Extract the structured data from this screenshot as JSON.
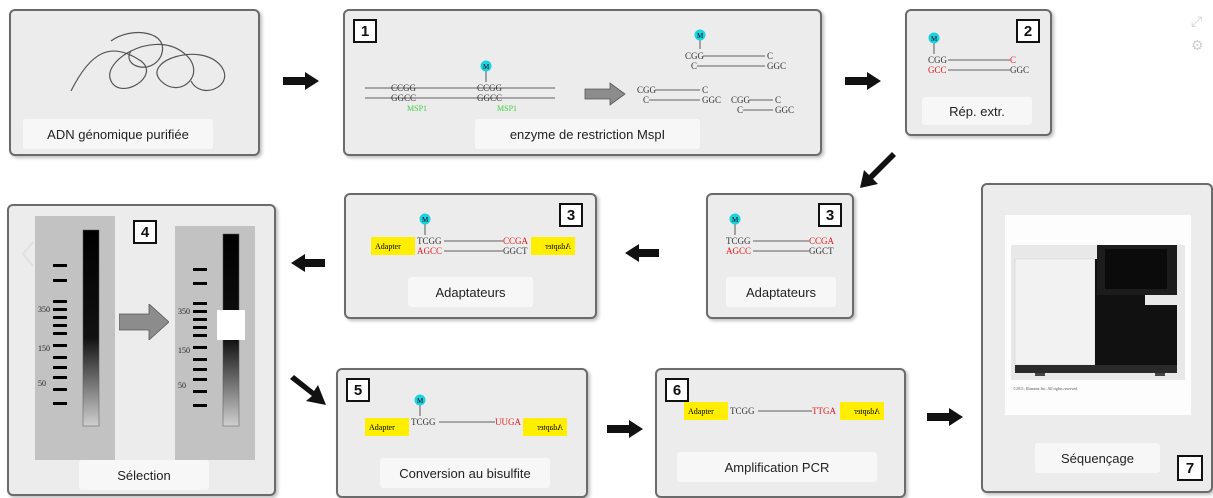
{
  "steps": {
    "s0": {
      "caption": "ADN génomique purifiée"
    },
    "s1": {
      "number": "1",
      "caption": "enzyme de restriction MspI",
      "enzyme_label": "MSP1"
    },
    "s2": {
      "number": "2",
      "caption": "Rép. extr."
    },
    "s3a": {
      "number": "3",
      "caption": "Adaptateurs"
    },
    "s3b": {
      "number": "3",
      "caption": "Adaptateurs"
    },
    "s4": {
      "number": "4",
      "caption": "Sélection",
      "ladder_labels": [
        "350",
        "150",
        "50"
      ]
    },
    "s5": {
      "number": "5",
      "caption": "Conversion au bisulfite"
    },
    "s6": {
      "number": "6",
      "caption": "Amplification PCR"
    },
    "s7": {
      "number": "7",
      "caption": "Séquençage",
      "photo_credit": "©2011, Illumina Inc. All rights reserved."
    }
  },
  "labels": {
    "methyl": "M",
    "adapter": "Adapter",
    "cgg": "CGG",
    "gcc": "GCC",
    "ccgg": "CCGG",
    "ggcc": "GGCC",
    "c": "C",
    "ggc": "GGC",
    "ccga": "CCGA",
    "ggct": "GGCT",
    "tcgg": "TCGG",
    "agcc": "AGCC",
    "uuga": "UUGA",
    "ttga": "TTGA"
  },
  "colors": {
    "highlight": "#ffee00",
    "methyl": "#19d3e0",
    "red": "#e8181c",
    "green": "#3fcf3f"
  },
  "icons": {
    "corner": [
      "expand-icon",
      "settings-icon"
    ],
    "nav": "chevron-left-icon"
  }
}
